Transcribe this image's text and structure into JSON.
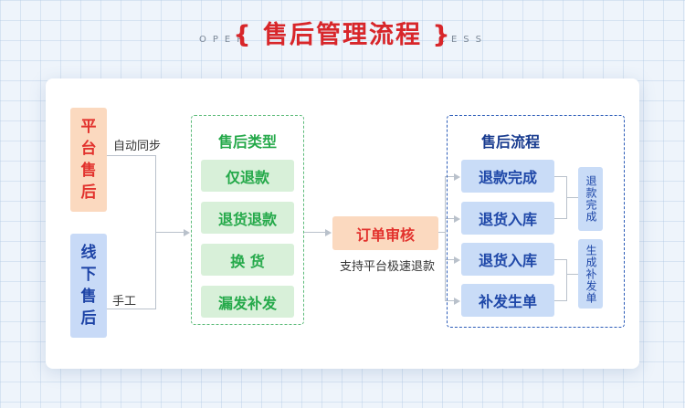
{
  "header": {
    "spaced_left": "OPER",
    "spaced_right": "CESS",
    "brace_open": "{",
    "title": "售后管理流程",
    "brace_close": "}"
  },
  "sources": {
    "platform": {
      "label": "平台售后",
      "channel": "自动同步"
    },
    "offline": {
      "label": "线下售后",
      "channel": "手工"
    }
  },
  "types": {
    "title": "售后类型",
    "items": [
      "仅退款",
      "退货退款",
      "换 货",
      "漏发补发"
    ]
  },
  "review": {
    "label": "订单审核",
    "note": "支持平台极速退款"
  },
  "flow": {
    "title": "售后流程",
    "items": [
      "退款完成",
      "退货入库",
      "退货入库",
      "补发生单"
    ],
    "notes": [
      "退款完成",
      "生成补发单"
    ]
  },
  "colors": {
    "title_red": "#d8262a",
    "green": "#25a94a",
    "blue": "#1e47a8",
    "orange_fill": "#fbd9bf"
  }
}
